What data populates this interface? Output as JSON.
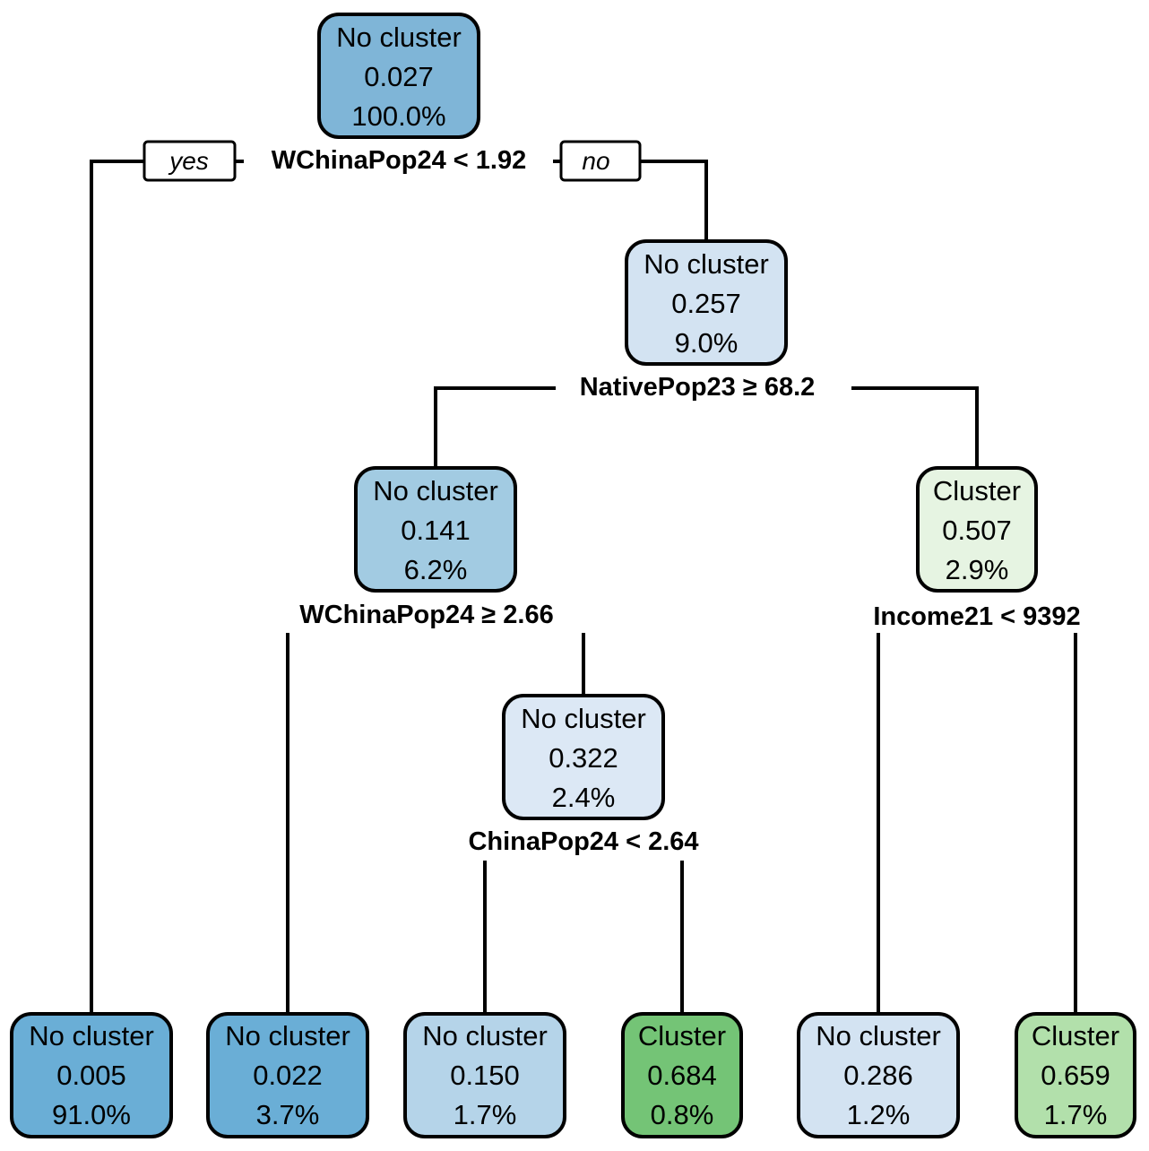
{
  "tree": {
    "branch_labels": {
      "yes": "yes",
      "no": "no"
    },
    "nodes": {
      "root": {
        "class": "No cluster",
        "prob": "0.027",
        "pct": "100.0%",
        "fill": "#7fb5d7"
      },
      "n_right": {
        "class": "No cluster",
        "prob": "0.257",
        "pct": "9.0%",
        "fill": "#d3e3f2"
      },
      "n_rl": {
        "class": "No cluster",
        "prob": "0.141",
        "pct": "6.2%",
        "fill": "#a2cbe2"
      },
      "n_rr": {
        "class": "Cluster",
        "prob": "0.507",
        "pct": "2.9%",
        "fill": "#e6f4e2"
      },
      "n_rlr": {
        "class": "No cluster",
        "prob": "0.322",
        "pct": "2.4%",
        "fill": "#dce8f5"
      },
      "leaf1": {
        "class": "No cluster",
        "prob": "0.005",
        "pct": "91.0%",
        "fill": "#6aaed6"
      },
      "leaf2": {
        "class": "No cluster",
        "prob": "0.022",
        "pct": "3.7%",
        "fill": "#6aaed6"
      },
      "leaf3": {
        "class": "No cluster",
        "prob": "0.150",
        "pct": "1.7%",
        "fill": "#b5d4e9"
      },
      "leaf4": {
        "class": "Cluster",
        "prob": "0.684",
        "pct": "0.8%",
        "fill": "#74c476"
      },
      "leaf5": {
        "class": "No cluster",
        "prob": "0.286",
        "pct": "1.2%",
        "fill": "#d3e3f2"
      },
      "leaf6": {
        "class": "Cluster",
        "prob": "0.659",
        "pct": "1.7%",
        "fill": "#b2e0ab"
      }
    },
    "splits": {
      "root": "WChinaPop24 < 1.92",
      "n_right": "NativePop23 ≥ 68.2",
      "n_rl": "WChinaPop24 ≥ 2.66",
      "n_rr": "Income21 < 9392",
      "n_rlr": "ChinaPop24 < 2.64"
    }
  }
}
